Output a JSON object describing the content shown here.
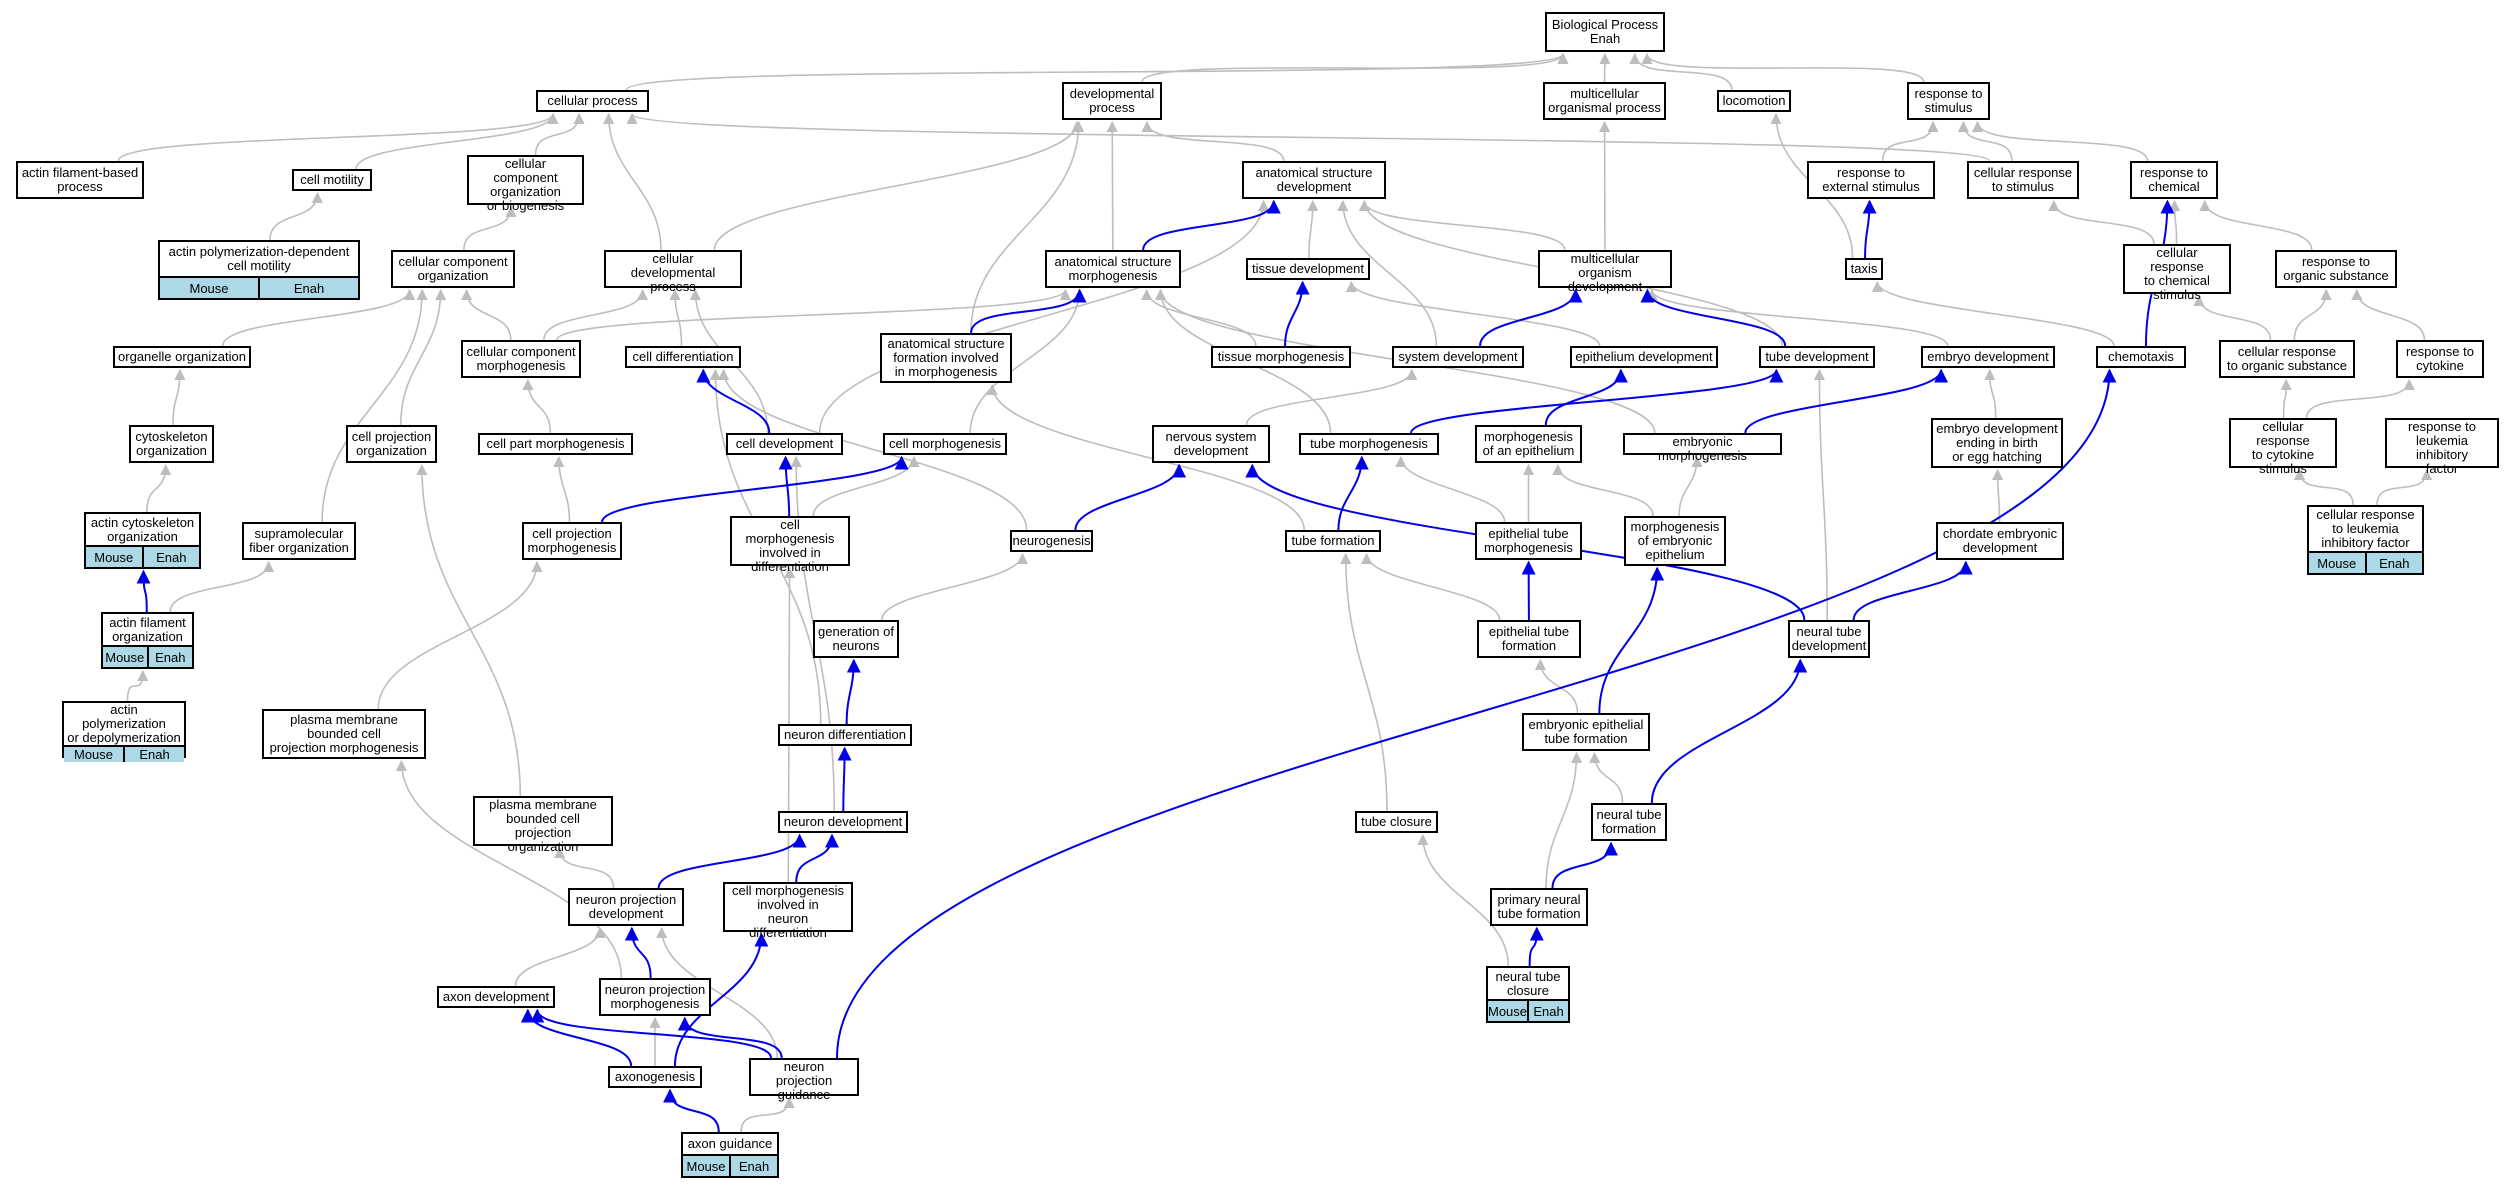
{
  "colors": {
    "edge_default": "#bdbdbd",
    "edge_highlight": "#0000e6",
    "annotation_bg": "#add8e6",
    "node_border": "#000000"
  },
  "nodes": [
    {
      "id": "bp",
      "label": "Biological Process\nEnah"
    },
    {
      "id": "cp",
      "label": "cellular process"
    },
    {
      "id": "dp",
      "label": "developmental\nprocess"
    },
    {
      "id": "mop",
      "label": "multicellular\norganismal process"
    },
    {
      "id": "loc",
      "label": "locomotion"
    },
    {
      "id": "rts",
      "label": "response to\nstimulus"
    },
    {
      "id": "afbp",
      "label": "actin filament-based\nprocess"
    },
    {
      "id": "cmot",
      "label": "cell motility"
    },
    {
      "id": "ccob",
      "label": "cellular component\norganization\nor biogenesis"
    },
    {
      "id": "asd",
      "label": "anatomical structure\ndevelopment"
    },
    {
      "id": "rtes",
      "label": "response to\nexternal stimulus"
    },
    {
      "id": "crs",
      "label": "cellular response\nto stimulus"
    },
    {
      "id": "rtc",
      "label": "response to\nchemical"
    },
    {
      "id": "apdcm",
      "label": "actin polymerization-dependent\ncell motility",
      "annot": [
        "Mouse",
        "Enah"
      ]
    },
    {
      "id": "cco",
      "label": "cellular component\norganization"
    },
    {
      "id": "cdp",
      "label": "cellular developmental\nprocess"
    },
    {
      "id": "asm",
      "label": "anatomical structure\nmorphogenesis"
    },
    {
      "id": "td",
      "label": "tissue development"
    },
    {
      "id": "mod",
      "label": "multicellular\norganism development"
    },
    {
      "id": "taxis",
      "label": "taxis"
    },
    {
      "id": "crcs",
      "label": "cellular response\nto chemical\nstimulus"
    },
    {
      "id": "rtos",
      "label": "response to\norganic substance"
    },
    {
      "id": "oo",
      "label": "organelle organization"
    },
    {
      "id": "ccm",
      "label": "cellular component\nmorphogenesis"
    },
    {
      "id": "cdiff",
      "label": "cell differentiation"
    },
    {
      "id": "asfm",
      "label": "anatomical structure\nformation involved\nin morphogenesis"
    },
    {
      "id": "tm",
      "label": "tissue morphogenesis"
    },
    {
      "id": "sd",
      "label": "system development"
    },
    {
      "id": "ed",
      "label": "epithelium development"
    },
    {
      "id": "tubd",
      "label": "tube development"
    },
    {
      "id": "embd",
      "label": "embryo development"
    },
    {
      "id": "chemo",
      "label": "chemotaxis"
    },
    {
      "id": "crtos",
      "label": "cellular response\nto organic substance"
    },
    {
      "id": "rtcy",
      "label": "response to\ncytokine"
    },
    {
      "id": "cyto",
      "label": "cytoskeleton\norganization"
    },
    {
      "id": "cpo",
      "label": "cell projection\norganization"
    },
    {
      "id": "cpm",
      "label": "cell part morphogenesis"
    },
    {
      "id": "cdev",
      "label": "cell development"
    },
    {
      "id": "cmorph",
      "label": "cell morphogenesis"
    },
    {
      "id": "nsd",
      "label": "nervous system\ndevelopment"
    },
    {
      "id": "tubm",
      "label": "tube morphogenesis"
    },
    {
      "id": "moae",
      "label": "morphogenesis\nof an epithelium"
    },
    {
      "id": "embm",
      "label": "embryonic morphogenesis"
    },
    {
      "id": "edbh",
      "label": "embryo development\nending in birth\nor egg hatching"
    },
    {
      "id": "crtc",
      "label": "cellular response\nto cytokine\nstimulus"
    },
    {
      "id": "rtlif",
      "label": "response to\nleukemia inhibitory\nfactor"
    },
    {
      "id": "aco",
      "label": "actin cytoskeleton\norganization",
      "annot": [
        "Mouse",
        "Enah"
      ]
    },
    {
      "id": "sfo",
      "label": "supramolecular\nfiber organization"
    },
    {
      "id": "cprojm",
      "label": "cell projection\nmorphogenesis"
    },
    {
      "id": "cmid",
      "label": "cell morphogenesis\ninvolved in\ndifferentiation"
    },
    {
      "id": "neurog",
      "label": "neurogenesis"
    },
    {
      "id": "tubf",
      "label": "tube formation"
    },
    {
      "id": "etm",
      "label": "epithelial tube\nmorphogenesis"
    },
    {
      "id": "moee",
      "label": "morphogenesis\nof embryonic\nepithelium"
    },
    {
      "id": "ced",
      "label": "chordate embryonic\ndevelopment"
    },
    {
      "id": "crlif",
      "label": "cellular response\nto leukemia\ninhibitory factor",
      "annot": [
        "Mouse",
        "Enah"
      ]
    },
    {
      "id": "afo",
      "label": "actin filament\norganization",
      "annot": [
        "Mouse",
        "Enah"
      ]
    },
    {
      "id": "gon",
      "label": "generation of\nneurons"
    },
    {
      "id": "etf",
      "label": "epithelial tube\nformation"
    },
    {
      "id": "ntd",
      "label": "neural tube\ndevelopment"
    },
    {
      "id": "apd",
      "label": "actin polymerization\nor depolymerization",
      "annot": [
        "Mouse",
        "Enah"
      ]
    },
    {
      "id": "ndiff",
      "label": "neuron differentiation"
    },
    {
      "id": "pmbcpm",
      "label": "plasma membrane\nbounded cell\nprojection morphogenesis"
    },
    {
      "id": "eetf",
      "label": "embryonic epithelial\ntube formation"
    },
    {
      "id": "pmbcpo",
      "label": "plasma membrane\nbounded cell\nprojection organization"
    },
    {
      "id": "ndev",
      "label": "neuron development"
    },
    {
      "id": "tclos",
      "label": "tube closure"
    },
    {
      "id": "ntf",
      "label": "neural tube\nformation"
    },
    {
      "id": "npd",
      "label": "neuron projection\ndevelopment"
    },
    {
      "id": "cmind",
      "label": "cell morphogenesis\ninvolved in\nneuron differentiation"
    },
    {
      "id": "pntf",
      "label": "primary neural\ntube formation"
    },
    {
      "id": "axd",
      "label": "axon development"
    },
    {
      "id": "npm",
      "label": "neuron projection\nmorphogenesis"
    },
    {
      "id": "ntc",
      "label": "neural tube\nclosure",
      "annot": [
        "Mouse",
        "Enah"
      ]
    },
    {
      "id": "axg",
      "label": "axonogenesis"
    },
    {
      "id": "npg",
      "label": "neuron projection\nguidance"
    },
    {
      "id": "axgd",
      "label": "axon guidance",
      "annot": [
        "Mouse",
        "Enah"
      ]
    }
  ],
  "edges": [
    {
      "from": "cp",
      "to": "bp",
      "hl": false
    },
    {
      "from": "dp",
      "to": "bp",
      "hl": false
    },
    {
      "from": "mop",
      "to": "bp",
      "hl": false
    },
    {
      "from": "loc",
      "to": "bp",
      "hl": false
    },
    {
      "from": "rts",
      "to": "bp",
      "hl": false
    },
    {
      "from": "afbp",
      "to": "cp",
      "hl": false
    },
    {
      "from": "cmot",
      "to": "cp",
      "hl": false
    },
    {
      "from": "ccob",
      "to": "cp",
      "hl": false
    },
    {
      "from": "cdp",
      "to": "cp",
      "hl": false
    },
    {
      "from": "crs",
      "to": "cp",
      "hl": false
    },
    {
      "from": "asd",
      "to": "dp",
      "hl": false
    },
    {
      "from": "asm",
      "to": "dp",
      "hl": false
    },
    {
      "from": "cdp",
      "to": "dp",
      "hl": false
    },
    {
      "from": "asfm",
      "to": "dp",
      "hl": false
    },
    {
      "from": "mod",
      "to": "mop",
      "hl": false
    },
    {
      "from": "taxis",
      "to": "loc",
      "hl": false
    },
    {
      "from": "rtes",
      "to": "rts",
      "hl": false
    },
    {
      "from": "crs",
      "to": "rts",
      "hl": false
    },
    {
      "from": "rtc",
      "to": "rts",
      "hl": false
    },
    {
      "from": "apdcm",
      "to": "cmot",
      "hl": false
    },
    {
      "from": "cco",
      "to": "ccob",
      "hl": false
    },
    {
      "from": "asm",
      "to": "asd",
      "hl": true
    },
    {
      "from": "td",
      "to": "asd",
      "hl": false
    },
    {
      "from": "mod",
      "to": "asd",
      "hl": false
    },
    {
      "from": "sd",
      "to": "asd",
      "hl": false
    },
    {
      "from": "tubd",
      "to": "asd",
      "hl": false
    },
    {
      "from": "cdev",
      "to": "asd",
      "hl": false
    },
    {
      "from": "taxis",
      "to": "rtes",
      "hl": true
    },
    {
      "from": "crcs",
      "to": "crs",
      "hl": false
    },
    {
      "from": "chemo",
      "to": "rtc",
      "hl": true
    },
    {
      "from": "crcs",
      "to": "rtc",
      "hl": false
    },
    {
      "from": "rtos",
      "to": "rtc",
      "hl": false
    },
    {
      "from": "oo",
      "to": "cco",
      "hl": false
    },
    {
      "from": "ccm",
      "to": "cco",
      "hl": false
    },
    {
      "from": "cpo",
      "to": "cco",
      "hl": false
    },
    {
      "from": "sfo",
      "to": "cco",
      "hl": false
    },
    {
      "from": "cdiff",
      "to": "cdp",
      "hl": false
    },
    {
      "from": "ccm",
      "to": "cdp",
      "hl": false
    },
    {
      "from": "cdev",
      "to": "cdp",
      "hl": false
    },
    {
      "from": "asfm",
      "to": "asm",
      "hl": true
    },
    {
      "from": "tm",
      "to": "asm",
      "hl": false
    },
    {
      "from": "ccm",
      "to": "asm",
      "hl": false
    },
    {
      "from": "cmorph",
      "to": "asm",
      "hl": false
    },
    {
      "from": "tubm",
      "to": "asm",
      "hl": false
    },
    {
      "from": "embm",
      "to": "asm",
      "hl": false
    },
    {
      "from": "tm",
      "to": "td",
      "hl": true
    },
    {
      "from": "ed",
      "to": "td",
      "hl": false
    },
    {
      "from": "sd",
      "to": "mod",
      "hl": true
    },
    {
      "from": "tubd",
      "to": "mod",
      "hl": true
    },
    {
      "from": "embd",
      "to": "mod",
      "hl": false
    },
    {
      "from": "chemo",
      "to": "taxis",
      "hl": false
    },
    {
      "from": "crtos",
      "to": "crcs",
      "hl": false
    },
    {
      "from": "crtos",
      "to": "rtos",
      "hl": false
    },
    {
      "from": "rtcy",
      "to": "rtos",
      "hl": false
    },
    {
      "from": "cyto",
      "to": "oo",
      "hl": false
    },
    {
      "from": "cpm",
      "to": "ccm",
      "hl": false
    },
    {
      "from": "cdev",
      "to": "cdiff",
      "hl": true
    },
    {
      "from": "neurog",
      "to": "cdiff",
      "hl": false
    },
    {
      "from": "ndiff",
      "to": "cdiff",
      "hl": false
    },
    {
      "from": "tubf",
      "to": "asfm",
      "hl": false
    },
    {
      "from": "nsd",
      "to": "sd",
      "hl": false
    },
    {
      "from": "moae",
      "to": "ed",
      "hl": true
    },
    {
      "from": "tubm",
      "to": "tubd",
      "hl": true
    },
    {
      "from": "ntd",
      "to": "tubd",
      "hl": false
    },
    {
      "from": "embm",
      "to": "embd",
      "hl": true
    },
    {
      "from": "edbh",
      "to": "embd",
      "hl": false
    },
    {
      "from": "crtc",
      "to": "crtos",
      "hl": false
    },
    {
      "from": "crtc",
      "to": "rtcy",
      "hl": false
    },
    {
      "from": "aco",
      "to": "cyto",
      "hl": false
    },
    {
      "from": "pmbcpo",
      "to": "cpo",
      "hl": false
    },
    {
      "from": "cprojm",
      "to": "cpm",
      "hl": false
    },
    {
      "from": "cmid",
      "to": "cdev",
      "hl": true
    },
    {
      "from": "ndev",
      "to": "cdev",
      "hl": false
    },
    {
      "from": "cprojm",
      "to": "cmorph",
      "hl": true
    },
    {
      "from": "cmid",
      "to": "cmorph",
      "hl": false
    },
    {
      "from": "neurog",
      "to": "nsd",
      "hl": true
    },
    {
      "from": "ntd",
      "to": "nsd",
      "hl": true
    },
    {
      "from": "tubf",
      "to": "tubm",
      "hl": true
    },
    {
      "from": "etm",
      "to": "tubm",
      "hl": false
    },
    {
      "from": "etm",
      "to": "moae",
      "hl": false
    },
    {
      "from": "moee",
      "to": "moae",
      "hl": false
    },
    {
      "from": "moee",
      "to": "embm",
      "hl": false
    },
    {
      "from": "ced",
      "to": "edbh",
      "hl": false
    },
    {
      "from": "crlif",
      "to": "crtc",
      "hl": false
    },
    {
      "from": "crlif",
      "to": "rtlif",
      "hl": false
    },
    {
      "from": "afo",
      "to": "aco",
      "hl": true
    },
    {
      "from": "afo",
      "to": "sfo",
      "hl": false
    },
    {
      "from": "pmbcpm",
      "to": "cprojm",
      "hl": false
    },
    {
      "from": "cmind",
      "to": "cmid",
      "hl": false
    },
    {
      "from": "gon",
      "to": "neurog",
      "hl": false
    },
    {
      "from": "etf",
      "to": "tubf",
      "hl": false
    },
    {
      "from": "tclos",
      "to": "tubf",
      "hl": false
    },
    {
      "from": "etf",
      "to": "etm",
      "hl": true
    },
    {
      "from": "eetf",
      "to": "moee",
      "hl": true
    },
    {
      "from": "ntd",
      "to": "ced",
      "hl": true
    },
    {
      "from": "apd",
      "to": "afo",
      "hl": false
    },
    {
      "from": "ndiff",
      "to": "gon",
      "hl": true
    },
    {
      "from": "eetf",
      "to": "etf",
      "hl": false
    },
    {
      "from": "ntf",
      "to": "ntd",
      "hl": true
    },
    {
      "from": "ndev",
      "to": "ndiff",
      "hl": true
    },
    {
      "from": "npm",
      "to": "pmbcpm",
      "hl": false
    },
    {
      "from": "ntf",
      "to": "eetf",
      "hl": false
    },
    {
      "from": "pntf",
      "to": "eetf",
      "hl": false
    },
    {
      "from": "npd",
      "to": "pmbcpo",
      "hl": false
    },
    {
      "from": "npd",
      "to": "ndev",
      "hl": true
    },
    {
      "from": "cmind",
      "to": "ndev",
      "hl": true
    },
    {
      "from": "ntc",
      "to": "tclos",
      "hl": false
    },
    {
      "from": "pntf",
      "to": "ntf",
      "hl": true
    },
    {
      "from": "npm",
      "to": "npd",
      "hl": true
    },
    {
      "from": "axd",
      "to": "npd",
      "hl": false
    },
    {
      "from": "npg",
      "to": "npd",
      "hl": false
    },
    {
      "from": "axg",
      "to": "cmind",
      "hl": true
    },
    {
      "from": "ntc",
      "to": "pntf",
      "hl": true
    },
    {
      "from": "axg",
      "to": "axd",
      "hl": true
    },
    {
      "from": "npg",
      "to": "axd",
      "hl": true
    },
    {
      "from": "axg",
      "to": "npm",
      "hl": false
    },
    {
      "from": "npg",
      "to": "npm",
      "hl": true
    },
    {
      "from": "axgd",
      "to": "axg",
      "hl": true
    },
    {
      "from": "axgd",
      "to": "npg",
      "hl": false
    },
    {
      "from": "npg",
      "to": "chemo",
      "hl": true
    }
  ]
}
